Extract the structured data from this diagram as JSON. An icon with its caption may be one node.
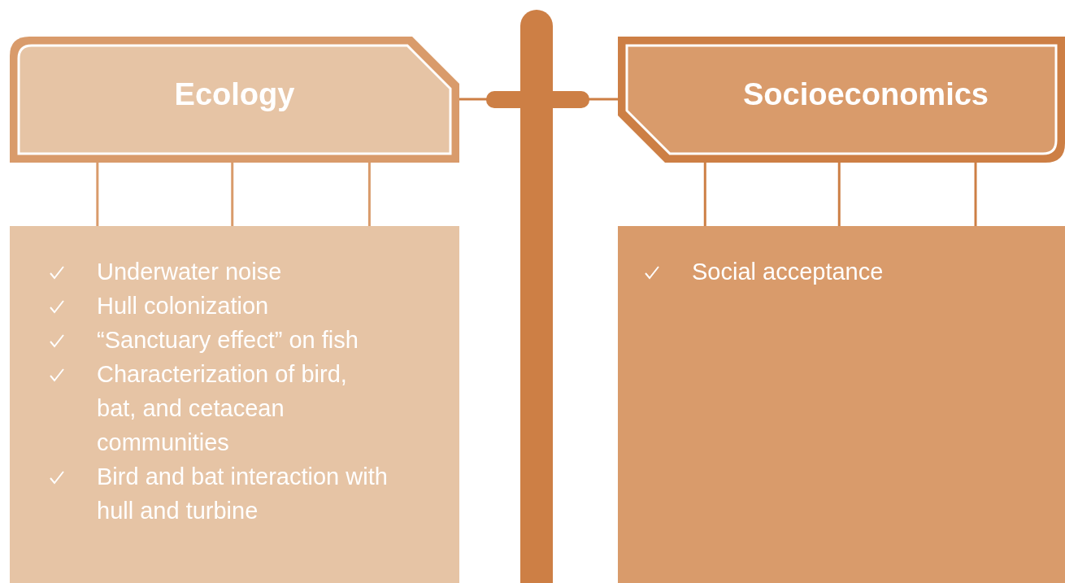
{
  "diagram": {
    "nodes": [
      {
        "text": [
          "Ecology"
        ]
      },
      {
        "text": [
          "Underwater noise",
          "Hull colonization",
          "“Sanctuary effect” on fish",
          "Characterization of bird, bat, and cetacean communities",
          "Bird and bat interaction with hull and turbine"
        ]
      },
      {
        "text": [],
        "shape": "bar"
      },
      {
        "text": [
          "Socioeconomics"
        ]
      },
      {
        "text": [
          "Social acceptance"
        ]
      }
    ],
    "edges": [
      {
        "from": 0,
        "to": 1,
        "arrow": "none",
        "color": "#d99b6b"
      },
      {
        "from": 0,
        "to": 1,
        "arrow": "none",
        "color": "#d99b6b"
      },
      {
        "from": 0,
        "to": 1,
        "arrow": "none",
        "color": "#d99b6b"
      },
      {
        "from": 0,
        "to": 2,
        "arrow": "none"
      },
      {
        "from": 2,
        "to": 3,
        "arrow": "none"
      },
      {
        "from": 3,
        "to": 4,
        "arrow": "none"
      },
      {
        "from": 3,
        "to": 4,
        "arrow": "none"
      },
      {
        "from": 3,
        "to": 4,
        "arrow": "none"
      }
    ]
  }
}
